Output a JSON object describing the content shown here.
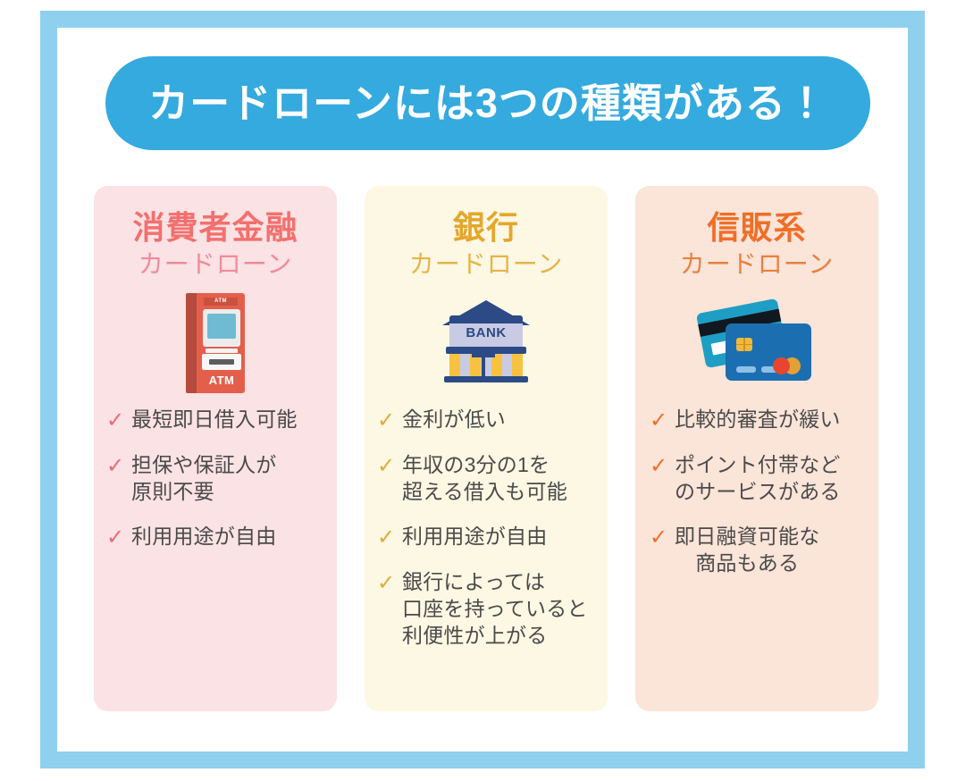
{
  "banner": {
    "title": "カードローンには3つの種類がある！",
    "color": "#35aade",
    "text_color": "#ffffff"
  },
  "frame": {
    "border_color": "#8fd0ef",
    "background": "#ffffff"
  },
  "columns": [
    {
      "id": "consumer-finance",
      "title": "消費者金融",
      "subtitle": "カードローン",
      "title_color": "#f2706e",
      "subtitle_color": "#ef8b9b",
      "background": "#fbe2e4",
      "check_color": "#ea6a79",
      "icon": "atm-icon",
      "icon_label": "ATM",
      "icon_top_label": "ATM",
      "bullets": [
        [
          "最短即日借入可能"
        ],
        [
          "担保や保証人が",
          "原則不要"
        ],
        [
          "利用用途が自由"
        ]
      ]
    },
    {
      "id": "bank",
      "title": "銀行",
      "subtitle": "カードローン",
      "title_color": "#e3a72c",
      "subtitle_color": "#e6b44a",
      "background": "#fdf8e3",
      "check_color": "#dfab3a",
      "icon": "bank-building-icon",
      "icon_label": "BANK",
      "bullets": [
        [
          "金利が低い"
        ],
        [
          "年収の3分の1を",
          "超える借入も可能"
        ],
        [
          "利用用途が自由"
        ],
        [
          "銀行によっては",
          "口座を持っていると",
          "利便性が上がる"
        ]
      ]
    },
    {
      "id": "credit-sales",
      "title": "信販系",
      "subtitle": "カードローン",
      "title_color": "#ef6f28",
      "subtitle_color": "#e8803e",
      "background": "#fbe4d8",
      "check_color": "#ef6f28",
      "icon": "credit-card-icon",
      "bullets": [
        [
          "比較的審査が緩い"
        ],
        [
          "ポイント付帯など",
          "のサービスがある"
        ],
        [
          "即日融資可能な",
          "　商品もある"
        ]
      ]
    }
  ]
}
